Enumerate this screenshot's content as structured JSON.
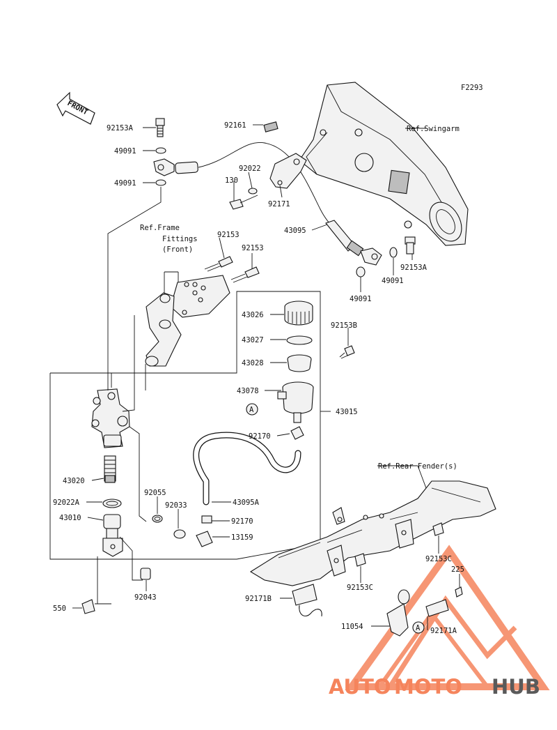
{
  "figure_code": "F2293",
  "front_marker": "FRONT",
  "references": {
    "swingarm": "Ref.Swingarm",
    "frame_line1": "Ref.Frame",
    "frame_line2": "Fittings",
    "frame_line3": "(Front)",
    "rear_fender": "Ref.Rear Fender(s)"
  },
  "parts": {
    "p92153A_top": "92153A",
    "p49091_a": "49091",
    "p49091_b": "49091",
    "p92161": "92161",
    "p92022": "92022",
    "p130": "130",
    "p92171": "92171",
    "p43095": "43095",
    "p92153A_right": "92153A",
    "p49091_r1": "49091",
    "p49091_r2": "49091",
    "p92153_a": "92153",
    "p92153_b": "92153",
    "p43026": "43026",
    "p43027": "43027",
    "p43028": "43028",
    "p92153B": "92153B",
    "p43078": "43078",
    "p43015": "43015",
    "p92170_a": "92170",
    "p43020": "43020",
    "p92022A": "92022A",
    "p43010": "43010",
    "p92055": "92055",
    "p92033": "92033",
    "p43095A": "43095A",
    "p92170_b": "92170",
    "p13159": "13159",
    "p92043": "92043",
    "p550": "550",
    "p92153C_a": "92153C",
    "p92153C_b": "92153C",
    "p225": "225",
    "p92171B": "92171B",
    "p11054": "11054",
    "p92171A": "92171A"
  },
  "markers": {
    "a_left": "A",
    "a_right": "A"
  },
  "watermark": {
    "part1": "AUTO",
    "part2": "MOTO",
    "part3": "HUB",
    "accent": "#f5845c",
    "dark": "#5a5a5a"
  }
}
